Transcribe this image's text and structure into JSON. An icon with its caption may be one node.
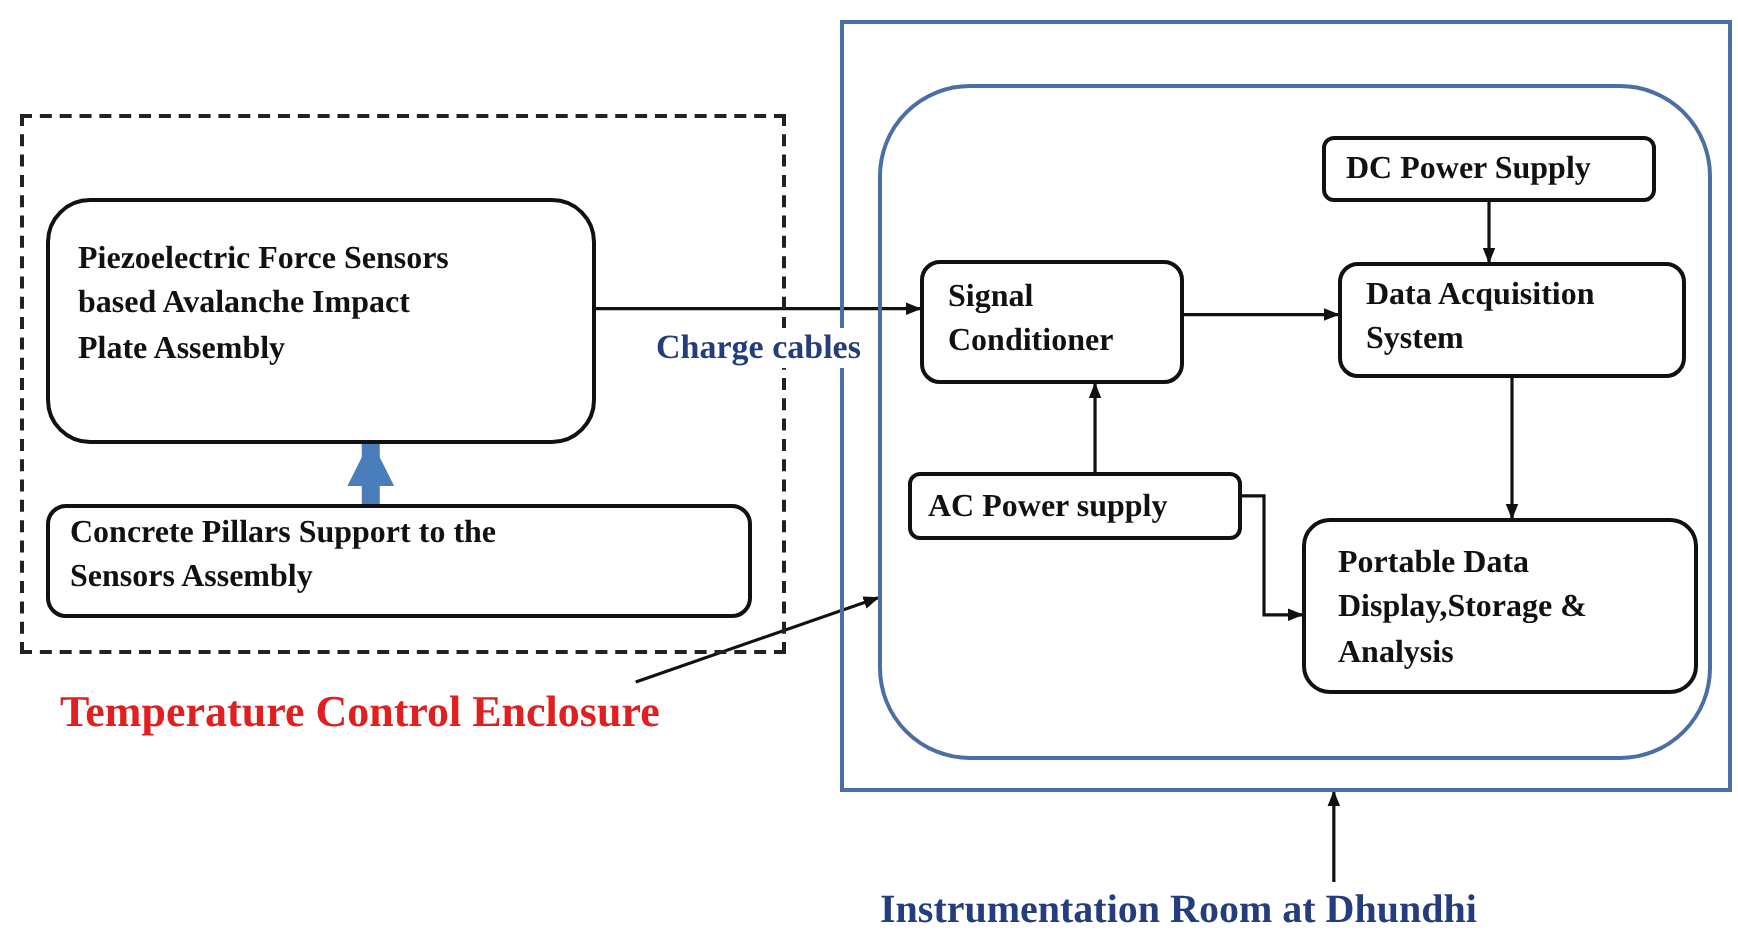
{
  "diagram": {
    "nodes": [
      {
        "text": [],
        "shape": "box"
      },
      {
        "text": [
          "Piezoelectric Force Sensors based Avalanche Impact Plate Assembly"
        ],
        "in": 0
      },
      {
        "text": [
          "Concrete Pillars Support to the Sensors Assembly"
        ],
        "in": 0
      },
      {
        "text": [
          "Temperature Control Enclosure"
        ]
      },
      {
        "text": [],
        "shape": "box"
      },
      {
        "text": [],
        "shape": "box",
        "in": 4
      },
      {
        "text": [
          "Signal Conditioner"
        ],
        "in": 5
      },
      {
        "text": [
          "DC Power Supply"
        ],
        "in": 5
      },
      {
        "text": [
          "Data Acquisition System"
        ],
        "in": 5
      },
      {
        "text": [
          "AC Power supply"
        ],
        "in": 5
      },
      {
        "text": [
          "Portable Data Display,Storage & Analysis"
        ],
        "in": 5
      },
      {
        "text": [
          "Instrumentation Room at Dhundhi"
        ]
      }
    ],
    "edges": [
      {
        "from": 1,
        "to": 6,
        "arrow": "to",
        "label": "Charge cables"
      },
      {
        "from": 2,
        "to": 1,
        "arrow": "to",
        "style": "thick",
        "color": "#4a7ebb"
      },
      {
        "from": 7,
        "to": 8,
        "arrow": "to"
      },
      {
        "from": 6,
        "to": 8,
        "arrow": "to"
      },
      {
        "from": 8,
        "to": 10,
        "arrow": "to"
      },
      {
        "from": 9,
        "to": 6,
        "arrow": "to"
      },
      {
        "from": 9,
        "to": 10,
        "arrow": "to"
      },
      {
        "from": 3,
        "to": 5,
        "arrow": "to"
      },
      {
        "from": 11,
        "to": 4,
        "arrow": "to"
      }
    ]
  }
}
